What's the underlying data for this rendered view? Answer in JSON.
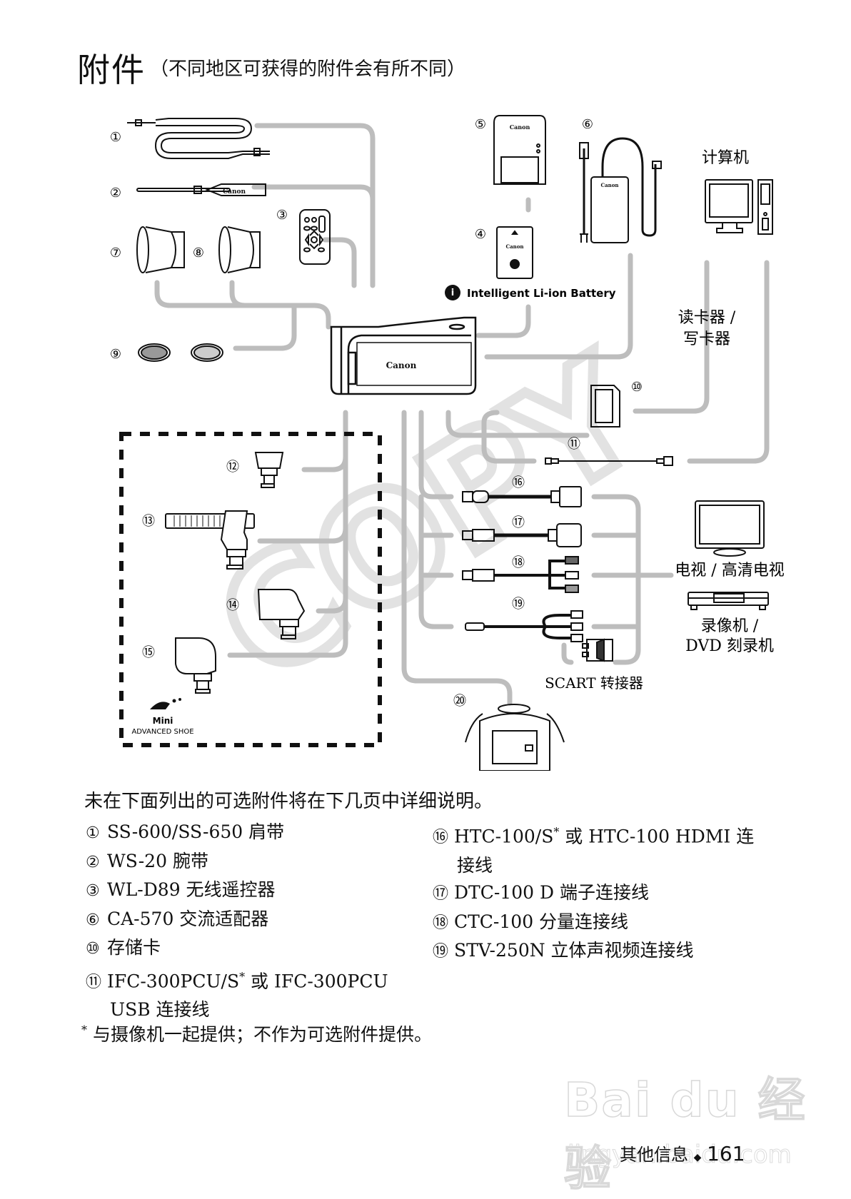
{
  "header": {
    "title": "附件",
    "subtitle": "（不同地区可获得的附件会有所不同）"
  },
  "diagram": {
    "numbers": [
      "①",
      "②",
      "③",
      "④",
      "⑤",
      "⑥",
      "⑦",
      "⑧",
      "⑨",
      "⑩",
      "⑪",
      "⑫",
      "⑬",
      "⑭",
      "⑮",
      "⑯",
      "⑰",
      "⑱",
      "⑲",
      "⑳"
    ],
    "brand_text": "Canon",
    "battery_label": "Intelligent Li-ion Battery",
    "computer_label": "计算机",
    "card_reader_label_line1": "读卡器 /",
    "card_reader_label_line2": "写卡器",
    "tv_label": "电视 / 高清电视",
    "vcr_label_line1": "录像机 /",
    "vcr_label_line2": "DVD 刻录机",
    "scart_label": "SCART 转接器",
    "shoe_logo_line1": "Mini",
    "shoe_logo_line2": "ADVANCED SHOE",
    "copy_watermark": "COPY"
  },
  "intro": "未在下面列出的可选附件将在下几页中详细说明。",
  "list_left": [
    {
      "num": "①",
      "text": "SS-600/SS-650 肩带"
    },
    {
      "num": "②",
      "text": "WS-20 腕带"
    },
    {
      "num": "③",
      "text": "WL-D89 无线遥控器"
    },
    {
      "num": "⑥",
      "text": "CA-570 交流适配器"
    },
    {
      "num": "⑩",
      "text": "存储卡"
    },
    {
      "num": "⑪",
      "text_a": "IFC-300PCU/S",
      "sup": "*",
      "text_b": " 或 IFC-300PCU",
      "cont": "USB 连接线"
    }
  ],
  "list_right": [
    {
      "num": "⑯",
      "text_a": "HTC-100/S",
      "sup": "*",
      "text_b": " 或 HTC-100 HDMI 连",
      "cont": "接线"
    },
    {
      "num": "⑰",
      "text": "DTC-100 D 端子连接线"
    },
    {
      "num": "⑱",
      "text": "CTC-100 分量连接线"
    },
    {
      "num": "⑲",
      "text": "STV-250N 立体声视频连接线"
    }
  ],
  "footnote": {
    "mark": "*",
    "text": " 与摄像机一起提供；不作为可选附件提供。"
  },
  "footer": {
    "section": "其他信息",
    "bullet": "◆",
    "page": "161"
  },
  "watermark": {
    "line1": "Bai du 经验",
    "line2": "jingyan.baidu.com"
  }
}
